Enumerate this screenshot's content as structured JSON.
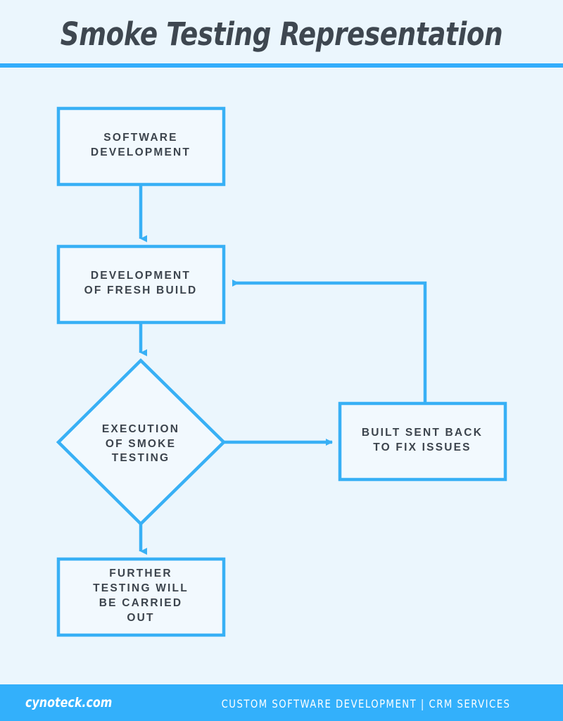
{
  "header": {
    "title": "Smoke Testing Representation",
    "rule_color": "#33adfb"
  },
  "theme": {
    "background": "#ebf6fd",
    "accent_blue": "#33b0fb",
    "node_stroke": "#38b0f5",
    "node_fill": "#f2f9fe",
    "text_dark": "#3c444d",
    "text_light": "#ffffff"
  },
  "diagram": {
    "type": "flowchart",
    "nodes": [
      {
        "id": "software-development",
        "shape": "rectangle",
        "label": "SOFTWARE\nDEVELOPMENT"
      },
      {
        "id": "fresh-build",
        "shape": "rectangle",
        "label": "DEVELOPMENT\nOF FRESH BUILD"
      },
      {
        "id": "smoke-testing",
        "shape": "diamond",
        "label": "EXECUTION\nOF SMOKE\nTESTING"
      },
      {
        "id": "fix-issues",
        "shape": "rectangle",
        "label": "BUILT SENT BACK\nTO FIX ISSUES"
      },
      {
        "id": "further-testing",
        "shape": "rectangle",
        "label": "FURTHER\nTESTING WILL\nBE CARRIED\nOUT"
      }
    ],
    "edges": [
      {
        "id": "edge-dev-to-build",
        "from": "software-development",
        "to": "fresh-build",
        "direction": "down"
      },
      {
        "id": "edge-build-to-test",
        "from": "fresh-build",
        "to": "smoke-testing",
        "direction": "down"
      },
      {
        "id": "edge-test-to-fix",
        "from": "smoke-testing",
        "to": "fix-issues",
        "direction": "right"
      },
      {
        "id": "edge-fix-to-build",
        "from": "fix-issues",
        "to": "fresh-build",
        "direction": "loop-left"
      },
      {
        "id": "edge-test-to-further",
        "from": "smoke-testing",
        "to": "further-testing",
        "direction": "down"
      }
    ]
  },
  "footer": {
    "brand": "cynoteck.com",
    "tagline": "CUSTOM SOFTWARE DEVELOPMENT | CRM SERVICES"
  }
}
